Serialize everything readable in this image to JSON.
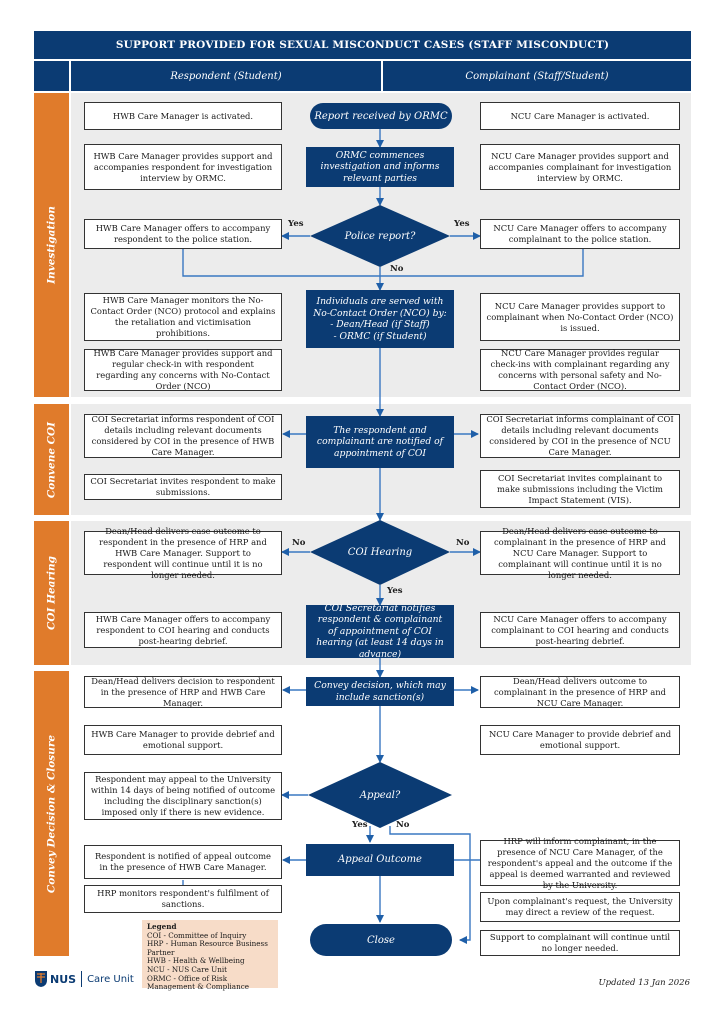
{
  "header": {
    "title": "SUPPORT PROVIDED FOR SEXUAL MISCONDUCT CASES (STAFF MISCONDUCT)",
    "left_column": "Respondent (Student)",
    "right_column": "Complainant (Staff/Student)"
  },
  "sections": {
    "investigation": "Investigation",
    "convene_coi": "Convene COI",
    "coi_hearing": "COI Hearing",
    "convey_decision": "Convey Decision & Closure"
  },
  "center": {
    "report": "Report received by ORMC",
    "commences": "ORMC commences investigation and informs relevant parties",
    "police": "Police report?",
    "nco": "Individuals are served with No-Contact Order (NCO) by:\n- Dean/Head (if Staff)\n- ORMC (if Student)",
    "notified": "The respondent and complainant are notified of appointment of COI",
    "coi_hearing": "COI Hearing",
    "coi_secretariat": "COI Secretariat notifies respondent & complainant of appointment of COI hearing (at least 14 days in advance)",
    "convey": "Convey decision, which may include sanction(s)",
    "appeal": "Appeal?",
    "appeal_outcome": "Appeal Outcome",
    "close": "Close"
  },
  "flow_labels": {
    "yes": "Yes",
    "no": "No"
  },
  "left": {
    "l1": "HWB Care Manager is activated.",
    "l2": "HWB Care Manager provides support and accompanies respondent for investigation interview by ORMC.",
    "l3": "HWB Care Manager offers to accompany respondent to the police station.",
    "l4": "HWB Care Manager monitors the No-Contact Order (NCO) protocol and explains the retaliation and victimisation prohibitions.",
    "l5": "HWB Care Manager provides support and regular check-in with respondent regarding any concerns with No-Contact Order (NCO)",
    "l6": "COI Secretariat informs respondent of COI details including relevant documents considered by COI in the presence of HWB Care Manager.",
    "l7": "COI Secretariat invites respondent to make submissions.",
    "l8": "Dean/Head delivers case outcome to respondent in the presence of HRP and HWB Care Manager. Support to respondent will continue until it is no longer needed.",
    "l9": "HWB Care Manager offers to accompany respondent to COI hearing and conducts post-hearing debrief.",
    "l10": "Dean/Head delivers decision to respondent in the presence of HRP and HWB Care Manager.",
    "l11": "HWB Care Manager to provide debrief and emotional support.",
    "l12": "Respondent may appeal to the University within 14 days of being notified of outcome including the disciplinary sanction(s) imposed only if there is new evidence.",
    "l13": "Respondent is notified of appeal outcome in the presence of HWB Care Manager.",
    "l14": "HRP monitors respondent's fulfilment of sanctions."
  },
  "right": {
    "r1": "NCU Care Manager is activated.",
    "r2": "NCU Care Manager provides support and accompanies complainant for investigation interview by ORMC.",
    "r3": "NCU Care Manager offers to accompany complainant to the police station.",
    "r4": "NCU Care Manager provides support to complainant when No-Contact Order (NCO) is issued.",
    "r5": "NCU Care Manager provides regular check-ins with complainant regarding any concerns with personal safety and No-Contact Order (NCO).",
    "r6": "COI Secretariat informs complainant of COI details including relevant documents considered by COI in the presence of NCU Care Manager.",
    "r7": "COI Secretariat invites complainant to make submissions including the Victim Impact Statement (VIS).",
    "r8": "Dean/Head delivers case outcome to complainant in the presence of HRP and NCU Care Manager. Support to complainant will continue until it is no longer needed.",
    "r9": "NCU Care Manager offers to accompany complainant to COI hearing and conducts post-hearing debrief.",
    "r10": "Dean/Head delivers outcome to complainant in the presence of HRP and NCU Care Manager.",
    "r11": "NCU Care Manager to provide debrief and emotional support.",
    "r12": "HRP will inform complainant, in the presence of NCU Care Manager, of the respondent's appeal and the outcome if the appeal is deemed warranted and reviewed by the University.",
    "r13": "Upon complainant's request, the University may direct a review of the request.",
    "r14": "Support to complainant will continue until no longer needed."
  },
  "legend": {
    "title": "Legend",
    "items": [
      "COI - Committee of Inquiry",
      "HRP - Human Resource Business Partner",
      "HWB - Health & Wellbeing",
      "NCU - NUS Care Unit",
      "ORMC - Office of Risk Management & Compliance"
    ]
  },
  "footer": {
    "logo_text": "NUS",
    "unit": "Care Unit",
    "updated": "Updated 13 Jan 2026"
  },
  "colors": {
    "navy": "#0b3b73",
    "orange": "#e07b2b",
    "band": "#ececec",
    "line": "#3a78c2",
    "legend_bg": "#f7dcc8"
  }
}
